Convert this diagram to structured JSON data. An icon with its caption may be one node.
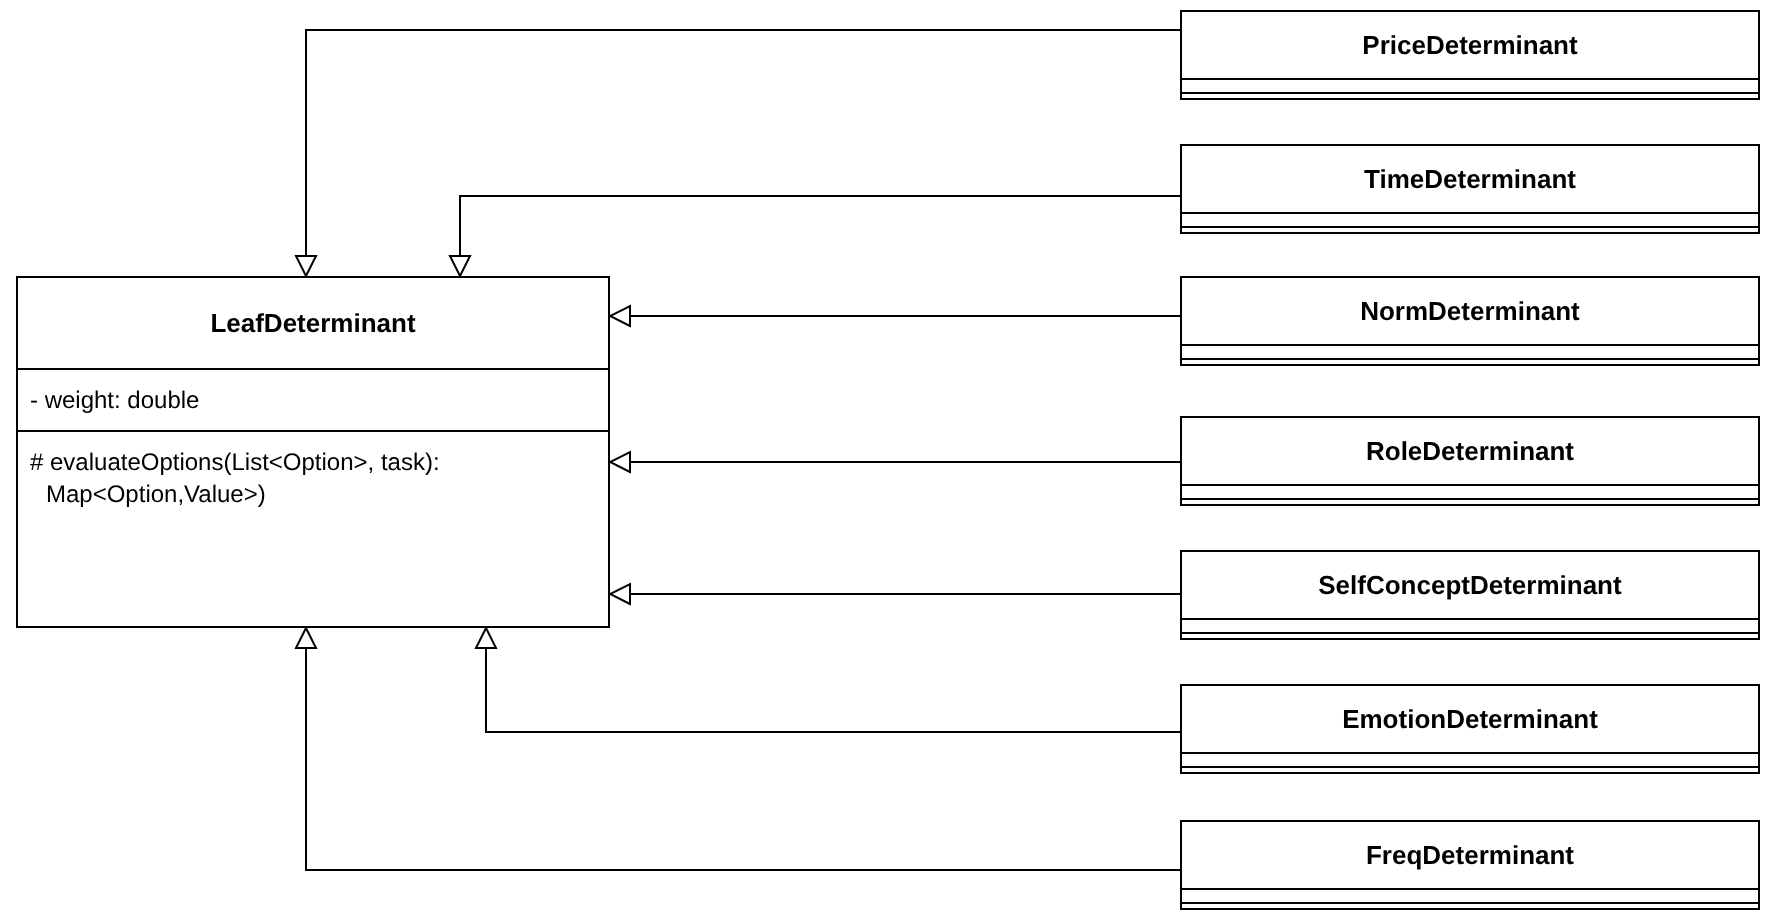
{
  "diagram": {
    "nodes": [
      {
        "text": [
          "LeafDeterminant",
          "- weight: double",
          "# evaluateOptions(List<Option>, task): Map<Option,Value>)"
        ]
      },
      {
        "text": [
          "PriceDeterminant"
        ]
      },
      {
        "text": [
          "TimeDeterminant"
        ]
      },
      {
        "text": [
          "NormDeterminant"
        ]
      },
      {
        "text": [
          "RoleDeterminant"
        ]
      },
      {
        "text": [
          "SelfConceptDeterminant"
        ]
      },
      {
        "text": [
          "EmotionDeterminant"
        ]
      },
      {
        "text": [
          "FreqDeterminant"
        ]
      }
    ],
    "edges": [
      {
        "from": 1,
        "to": 0,
        "arrow": "to"
      },
      {
        "from": 2,
        "to": 0,
        "arrow": "to"
      },
      {
        "from": 3,
        "to": 0,
        "arrow": "to"
      },
      {
        "from": 4,
        "to": 0,
        "arrow": "to"
      },
      {
        "from": 5,
        "to": 0,
        "arrow": "to"
      },
      {
        "from": 6,
        "to": 0,
        "arrow": "to"
      },
      {
        "from": 7,
        "to": 0,
        "arrow": "to"
      }
    ]
  }
}
